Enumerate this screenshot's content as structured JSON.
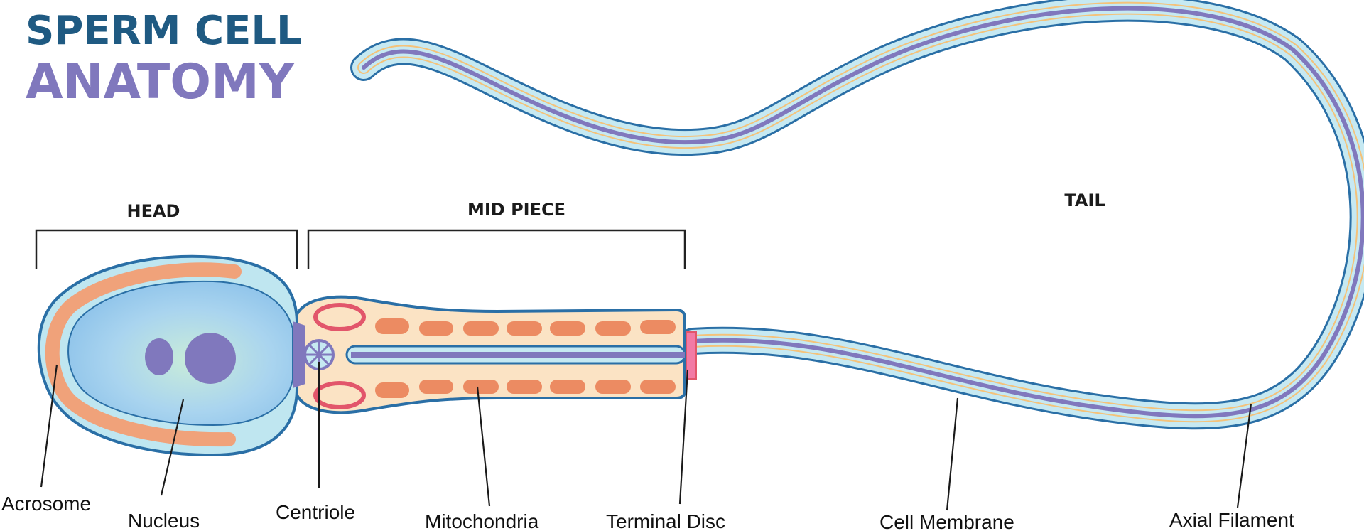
{
  "title": {
    "line1": "SPERM CELL",
    "line2": "ANATOMY"
  },
  "sections": {
    "head": "HEAD",
    "mid_piece": "MID PIECE",
    "tail": "TAIL"
  },
  "labels": {
    "acrosome": "Acrosome",
    "nucleus": "Nucleus",
    "centriole": "Centriole",
    "mitochondria": "Mitochondria",
    "terminal_disc": "Terminal Disc",
    "cell_membrane": "Cell Membrane",
    "axial_filament": "Axial Filament"
  },
  "colors": {
    "membrane_outline": "#2a6fa6",
    "head_fill": "#bfe6f0",
    "nucleus_fill": "#a9d3ef",
    "acrosome": "#f0a27a",
    "chromatin": "#8078bd",
    "midpiece_fill": "#fbe3c4",
    "mitochondria": "#ec8b62",
    "mito_ring": "#e2566b",
    "axial_filament": "#8078bd",
    "tail_inner": "#c6e9f2",
    "terminal_disc": "#f27aa5",
    "tail_stripe": "#f4c27a"
  }
}
